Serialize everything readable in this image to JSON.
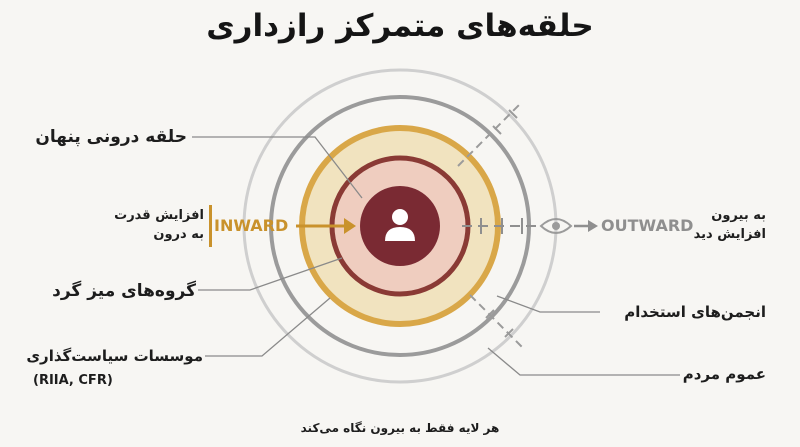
{
  "title": "حلقه‌های متمرکز رازداری",
  "labels": {
    "inner_circle": "حلقه درونی پنهان",
    "inward_desc_1": "افزایش قدرت",
    "inward_desc_2": "به درون",
    "inward": "INWARD",
    "roundtables": "گروه‌های میز گرد",
    "institutes_1": "موسسات سیاست‌گذاری",
    "institutes_2": "(RIIA, CFR)",
    "outward": "OUTWARD",
    "outward_desc_1": "به بیرون",
    "outward_desc_2": "افزایش دید",
    "employment": "انجمن‌های استخدام",
    "public": "عموم مردم"
  },
  "footer": "هر لایه فقط به بیرون نگاه می‌کند",
  "icons": {
    "center": "person-icon",
    "eye": "eye-icon"
  },
  "colors": {
    "core": "#7a2a33",
    "inner_ring": "#8a3a35",
    "mid_ring": "#d9a748",
    "gray_ring": "#9b9b9b",
    "outer_ring": "#cfcfcf",
    "inward_accent": "#c9922c",
    "outward_accent": "#8f8f8f"
  }
}
